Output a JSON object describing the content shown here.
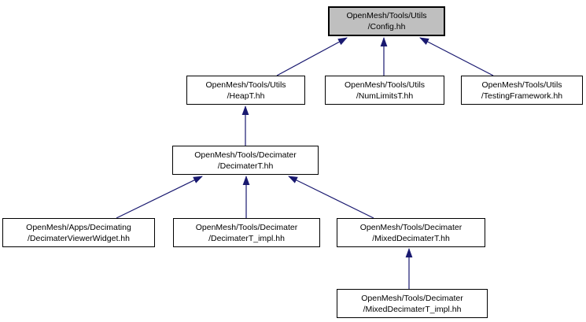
{
  "diagram": {
    "kind": "include-dependency-graph",
    "arrow_color": "#191970",
    "node_fill": "#ffffff",
    "node_border_color": "#000000",
    "highlight_fill": "#bfbfbf",
    "nodes": {
      "config": {
        "line1": "OpenMesh/Tools/Utils",
        "line2": "/Config.hh",
        "highlighted": true
      },
      "heapt": {
        "line1": "OpenMesh/Tools/Utils",
        "line2": "/HeapT.hh",
        "highlighted": false
      },
      "numlimits": {
        "line1": "OpenMesh/Tools/Utils",
        "line2": "/NumLimitsT.hh",
        "highlighted": false
      },
      "testing": {
        "line1": "OpenMesh/Tools/Utils",
        "line2": "/TestingFramework.hh",
        "highlighted": false
      },
      "decimatert": {
        "line1": "OpenMesh/Tools/Decimater",
        "line2": "/DecimaterT.hh",
        "highlighted": false
      },
      "viewer": {
        "line1": "OpenMesh/Apps/Decimating",
        "line2": "/DecimaterViewerWidget.hh",
        "highlighted": false
      },
      "dtimpl": {
        "line1": "OpenMesh/Tools/Decimater",
        "line2": "/DecimaterT_impl.hh",
        "highlighted": false
      },
      "mixed": {
        "line1": "OpenMesh/Tools/Decimater",
        "line2": "/MixedDecimaterT.hh",
        "highlighted": false
      },
      "mixedimpl": {
        "line1": "OpenMesh/Tools/Decimater",
        "line2": "/MixedDecimaterT_impl.hh",
        "highlighted": false
      }
    },
    "edges": [
      {
        "from": "heapt",
        "to": "config"
      },
      {
        "from": "numlimits",
        "to": "config"
      },
      {
        "from": "testing",
        "to": "config"
      },
      {
        "from": "decimatert",
        "to": "heapt"
      },
      {
        "from": "viewer",
        "to": "decimatert"
      },
      {
        "from": "dtimpl",
        "to": "decimatert"
      },
      {
        "from": "mixed",
        "to": "decimatert"
      },
      {
        "from": "mixedimpl",
        "to": "mixed"
      }
    ]
  }
}
